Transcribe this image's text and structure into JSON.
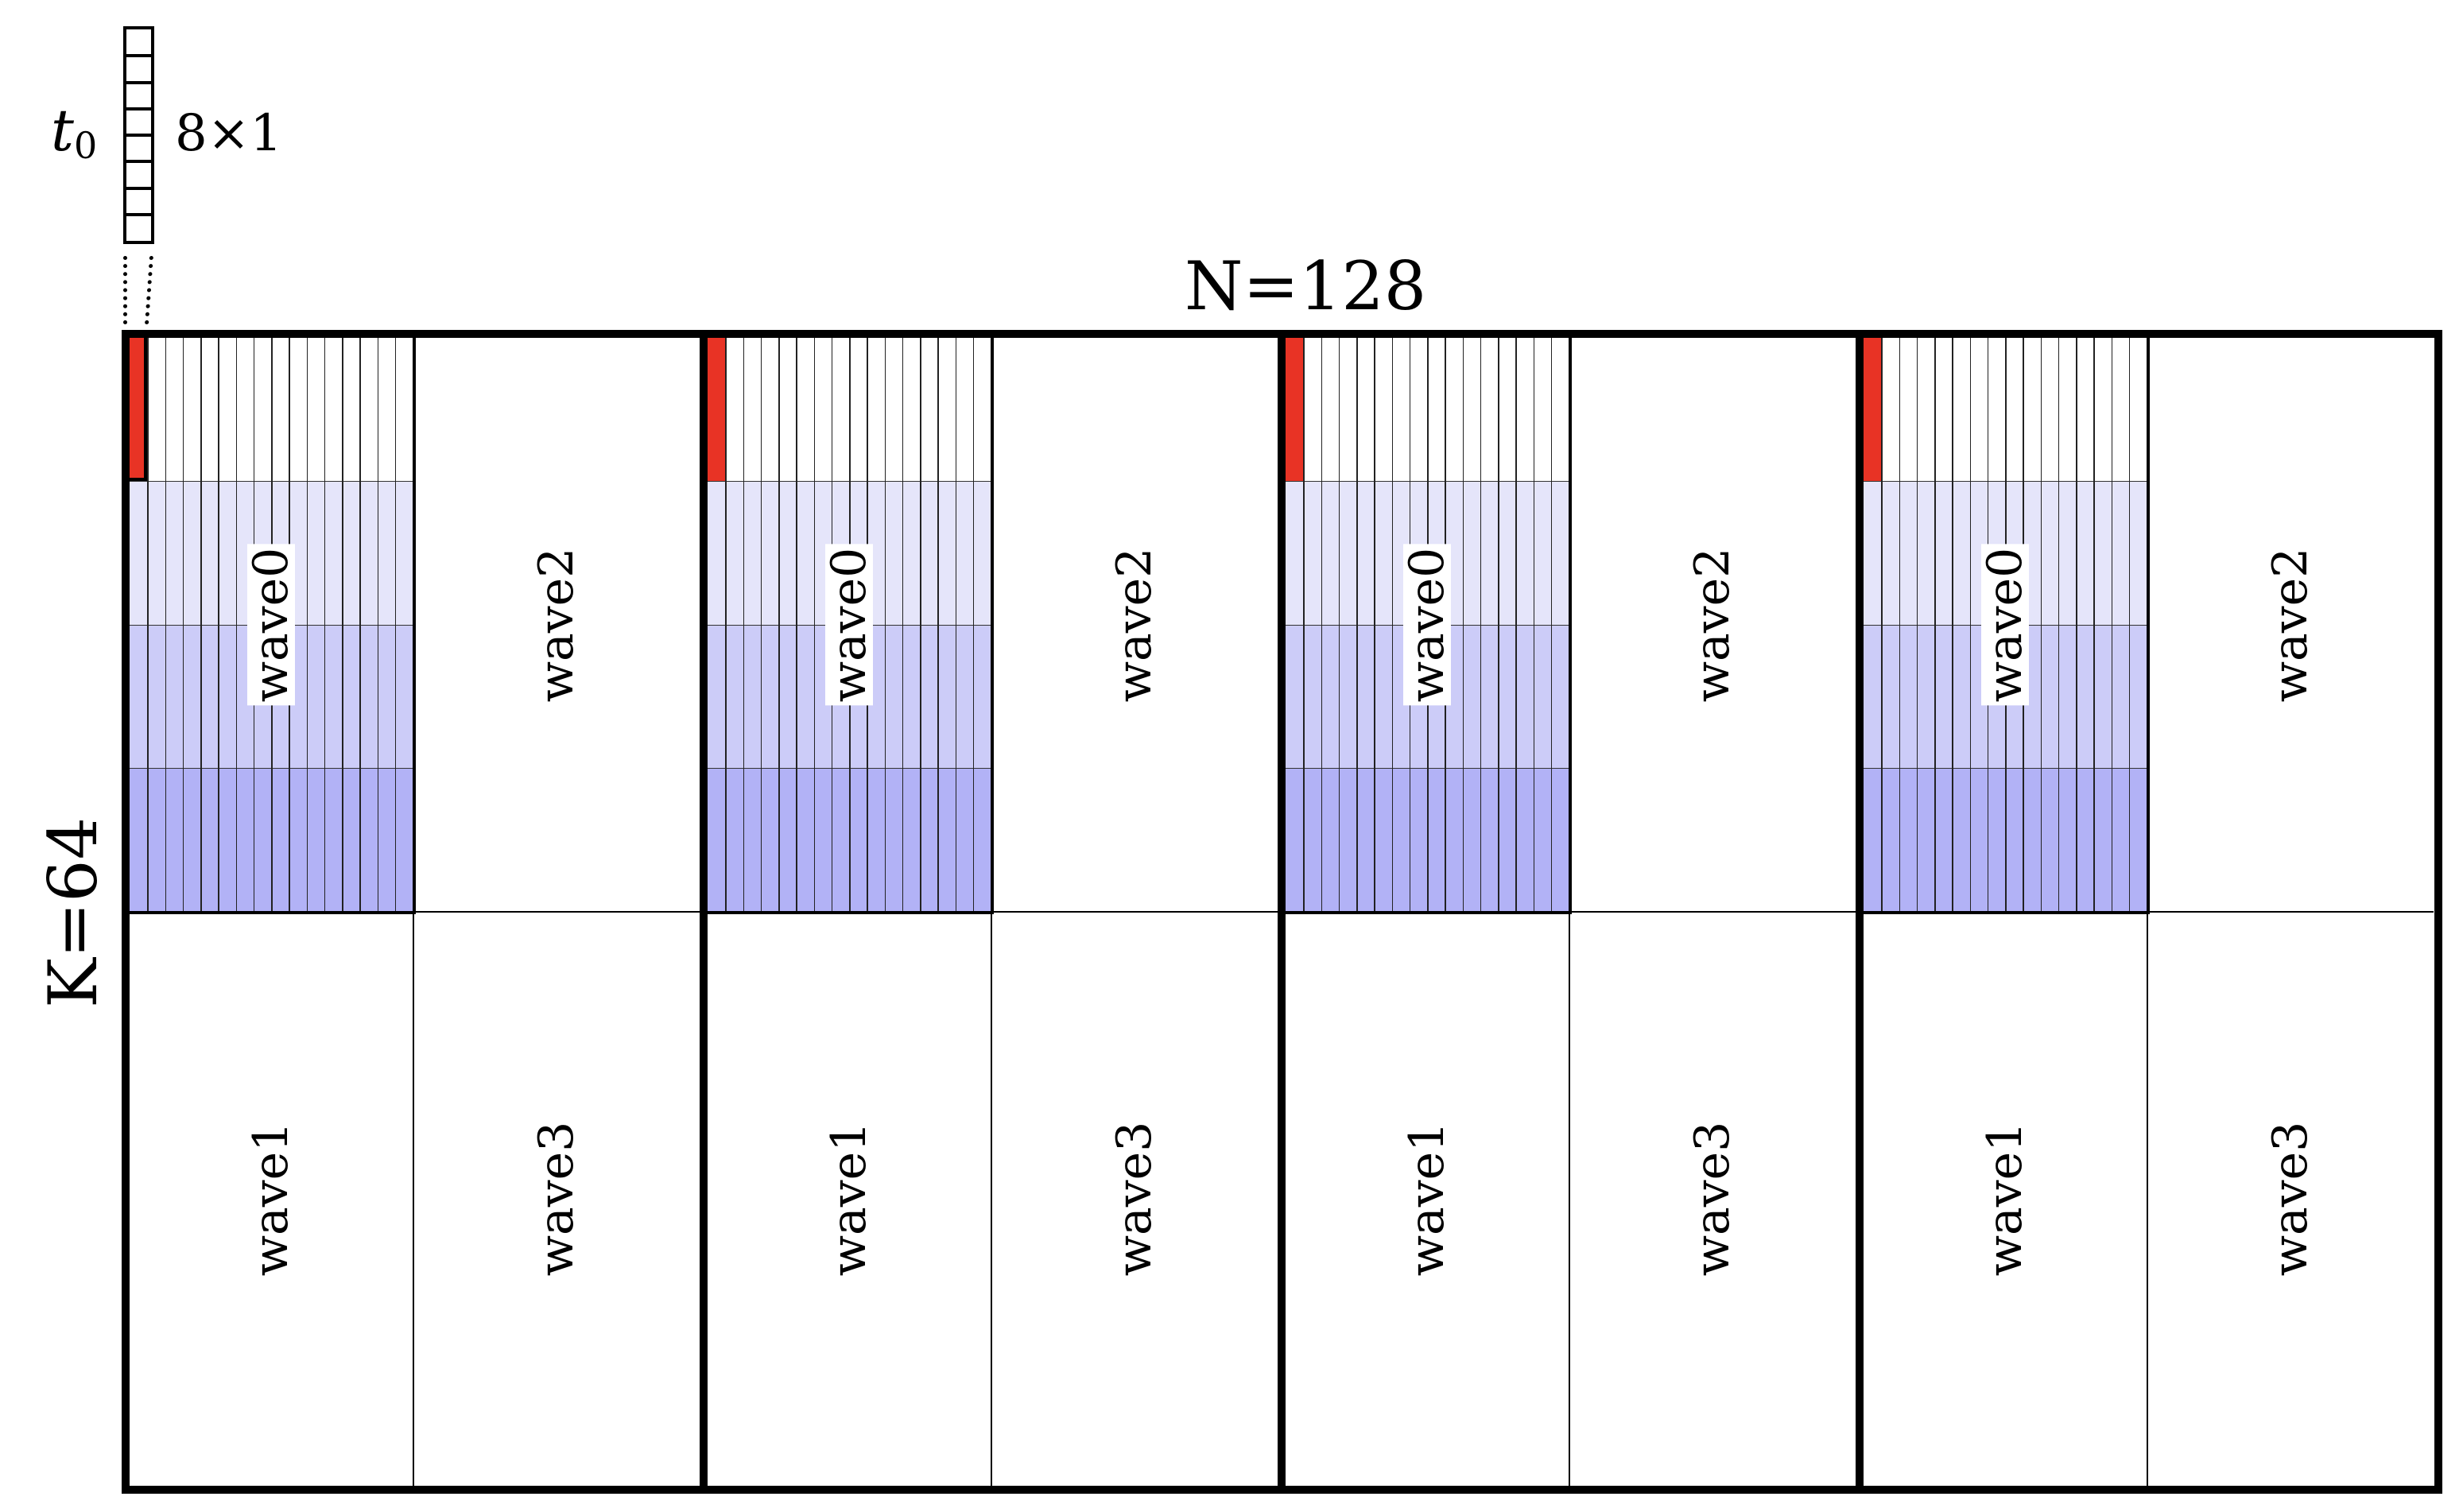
{
  "diagram": {
    "title_n": "N=128",
    "title_k": "K=64",
    "thread_vector": {
      "thread_label": "t",
      "thread_subscript": "0",
      "shape_label": "8×1",
      "cells": 8
    },
    "blocks": [
      {
        "index": 0,
        "quadrants": {
          "top_left": "wave0",
          "top_right": "wave2",
          "bottom_left": "wave1",
          "bottom_right": "wave3"
        },
        "highlighted_tile": "top_left",
        "red_column_outlined": true
      },
      {
        "index": 1,
        "quadrants": {
          "top_left": "wave0",
          "top_right": "wave2",
          "bottom_left": "wave1",
          "bottom_right": "wave3"
        },
        "highlighted_tile": "top_left",
        "red_column_outlined": false
      },
      {
        "index": 2,
        "quadrants": {
          "top_left": "wave0",
          "top_right": "wave2",
          "bottom_left": "wave1",
          "bottom_right": "wave3"
        },
        "highlighted_tile": "top_left",
        "red_column_outlined": false
      },
      {
        "index": 3,
        "quadrants": {
          "top_left": "wave0",
          "top_right": "wave2",
          "bottom_left": "wave1",
          "bottom_right": "wave3"
        },
        "highlighted_tile": "top_left",
        "red_column_outlined": false
      }
    ],
    "tile_grid": {
      "columns": 16,
      "row_bands": 4,
      "band_colors": [
        "#ffffff",
        "#e5e5fa",
        "#ccccf8",
        "#b2b2f6"
      ],
      "highlight_color": "#e83325"
    },
    "colors": {
      "stroke": "#000000",
      "background": "#ffffff"
    }
  }
}
